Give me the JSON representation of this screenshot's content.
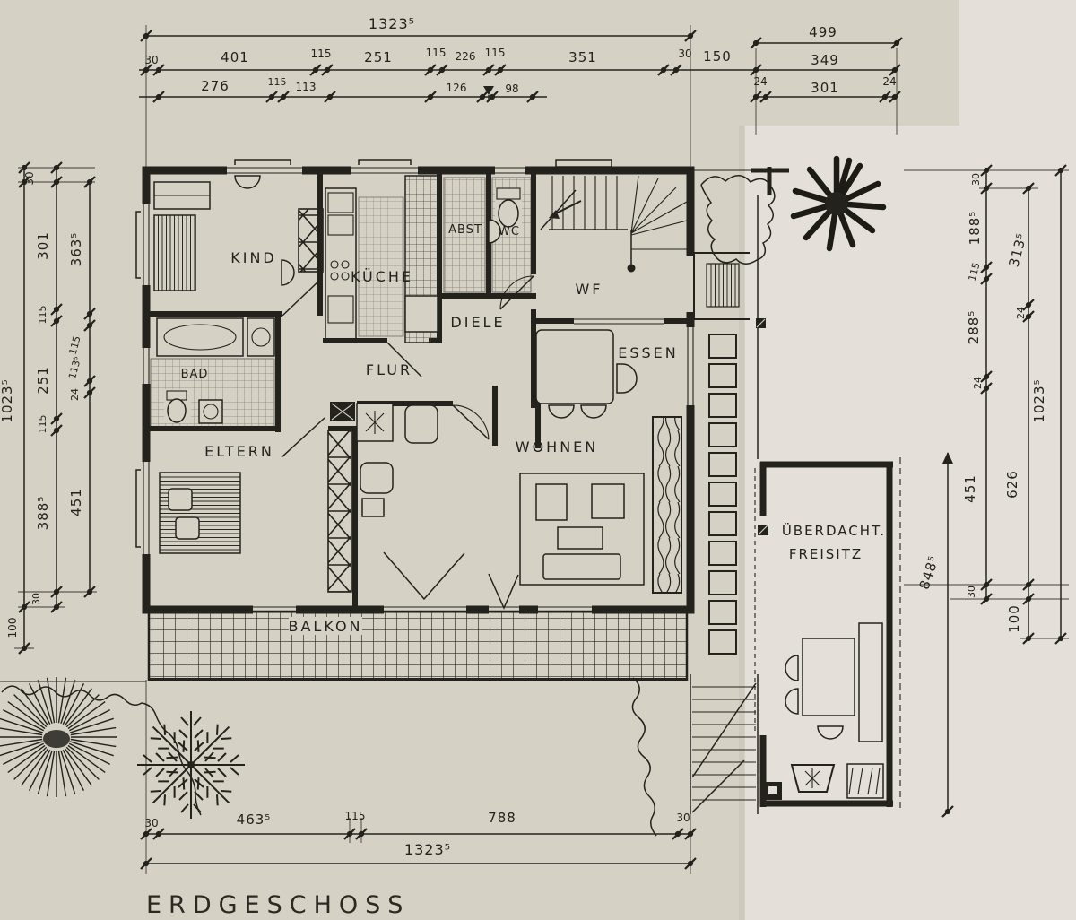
{
  "title": "ERDGESCHOSS",
  "rooms": {
    "kind": "KIND",
    "kueche": "KÜCHE",
    "abst": "ABST",
    "wc": "WC",
    "wf": "WF",
    "diele": "DIELE",
    "essen": "ESSEN",
    "flur": "FLUR",
    "bad": "BAD",
    "eltern": "ELTERN",
    "wohnen": "WOHNEN",
    "balkon": "BALKON",
    "freisitz_l1": "ÜBERDACHT.",
    "freisitz_l2": "FREISITZ"
  },
  "dims": {
    "top_total": "1323⁵",
    "top_right_total": "499",
    "top_row2": [
      "30",
      "401",
      "115",
      "251",
      "115",
      "226",
      "115",
      "351",
      "30",
      "150",
      "349"
    ],
    "top_row3": [
      "276",
      "115",
      "113",
      "126",
      "98",
      "24",
      "301",
      "24"
    ],
    "left_a": [
      "30",
      "1023⁵",
      "100"
    ],
    "left_b": [
      "301",
      "115",
      "251",
      "115",
      "388⁵",
      "30"
    ],
    "left_c": [
      "363⁵",
      "115",
      "113⁵",
      "24",
      "451"
    ],
    "right_inner": [
      "30",
      "188⁵",
      "115",
      "288⁵",
      "24",
      "451",
      "30"
    ],
    "right_mid": [
      "313⁵",
      "24",
      "626",
      "100"
    ],
    "right_outer": "1023⁵",
    "freisitz_height": "848⁵",
    "bottom_row": [
      "30",
      "463⁵",
      "115",
      "788",
      "30"
    ],
    "bottom_total": "1323⁵"
  },
  "colors": {
    "paper": "#d6d1c5",
    "paper_light": "#e4e0d9",
    "ink": "#23221c"
  }
}
